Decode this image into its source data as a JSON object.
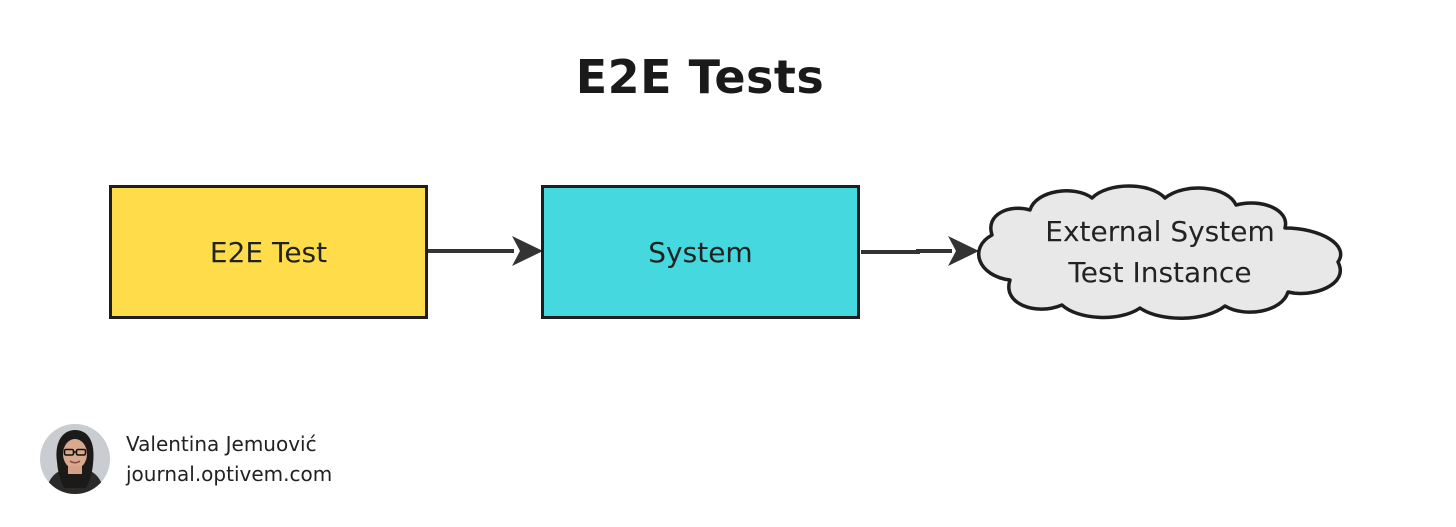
{
  "title": "E2E Tests",
  "nodes": [
    {
      "id": "e2e-test",
      "label": "E2E Test",
      "shape": "rectangle",
      "fill": "#FFDD4A"
    },
    {
      "id": "system",
      "label": "System",
      "shape": "rectangle",
      "fill": "#45D8DF"
    },
    {
      "id": "external-system",
      "label_line1": "External System",
      "label_line2": "Test Instance",
      "shape": "cloud",
      "fill": "#E8E8E8"
    }
  ],
  "edges": [
    {
      "from": "e2e-test",
      "to": "system"
    },
    {
      "from": "system",
      "to": "external-system"
    }
  ],
  "author": {
    "name": "Valentina Jemuović",
    "site": "journal.optivem.com"
  },
  "colors": {
    "stroke": "#1E1E1E",
    "arrow": "#333333"
  }
}
